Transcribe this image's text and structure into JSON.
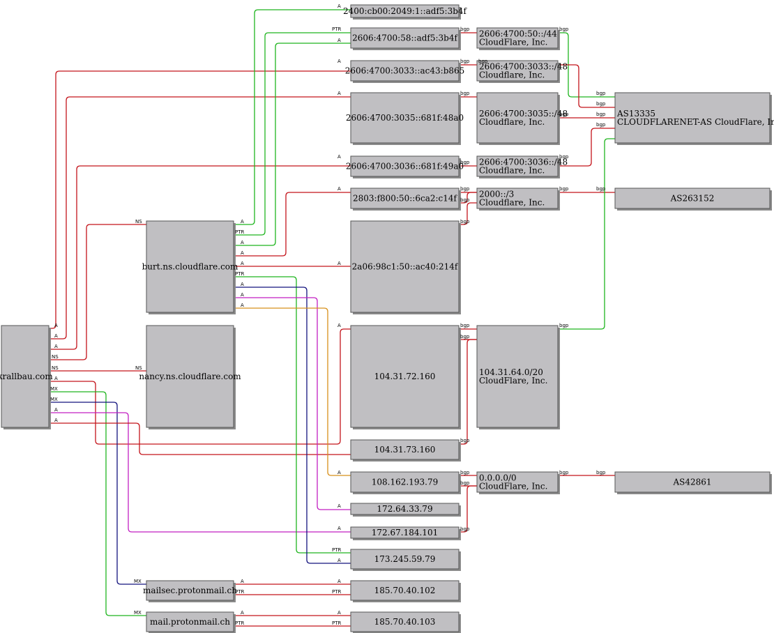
{
  "colors": {
    "red": "#c4141b",
    "green": "#1fb51f",
    "navy": "#13137e",
    "magenta": "#c21fc2",
    "orange": "#d8901a",
    "node_fill": "#c0bfc2"
  },
  "nodes": {
    "krallbau": {
      "lines": [
        "krallbau.com"
      ]
    },
    "burt": {
      "lines": [
        "burt.ns.cloudflare.com"
      ]
    },
    "nancy": {
      "lines": [
        "nancy.ns.cloudflare.com"
      ]
    },
    "mailsec": {
      "lines": [
        "mailsec.protonmail.ch"
      ]
    },
    "mail": {
      "lines": [
        "mail.protonmail.ch"
      ]
    },
    "ip_2400": {
      "lines": [
        "2400:cb00:2049:1::adf5:3b4f"
      ]
    },
    "ip_2606_58": {
      "lines": [
        "2606:4700:58::adf5:3b4f"
      ]
    },
    "ip_2606_3033": {
      "lines": [
        "2606:4700:3033::ac43:b865"
      ]
    },
    "ip_2606_3035": {
      "lines": [
        "2606:4700:3035::681f:48a0"
      ]
    },
    "ip_2606_3036": {
      "lines": [
        "2606:4700:3036::681f:49a0"
      ]
    },
    "ip_2803": {
      "lines": [
        "2803:f800:50::6ca2:c14f"
      ]
    },
    "ip_2a06": {
      "lines": [
        "2a06:98c1:50::ac40:214f"
      ]
    },
    "ip_104_72": {
      "lines": [
        "104.31.72.160"
      ]
    },
    "ip_104_73": {
      "lines": [
        "104.31.73.160"
      ]
    },
    "ip_108": {
      "lines": [
        "108.162.193.79"
      ]
    },
    "ip_172_64": {
      "lines": [
        "172.64.33.79"
      ]
    },
    "ip_172_67": {
      "lines": [
        "172.67.184.101"
      ]
    },
    "ip_173": {
      "lines": [
        "173.245.59.79"
      ]
    },
    "ip_185_102": {
      "lines": [
        "185.70.40.102"
      ]
    },
    "ip_185_103": {
      "lines": [
        "185.70.40.103"
      ]
    },
    "net_2606_50": {
      "lines": [
        "2606:4700:50::/44",
        "CloudFlare, Inc."
      ]
    },
    "net_2606_3033": {
      "lines": [
        "2606:4700:3033::/48",
        "Cloudflare, Inc."
      ]
    },
    "net_2606_3035": {
      "lines": [
        "2606:4700:3035::/48",
        "Cloudflare, Inc."
      ]
    },
    "net_2606_3036": {
      "lines": [
        "2606:4700:3036::/48",
        "Cloudflare, Inc."
      ]
    },
    "net_2000": {
      "lines": [
        "2000::/3",
        "Cloudflare, Inc."
      ]
    },
    "net_104": {
      "lines": [
        "104.31.64.0/20",
        "CloudFlare, Inc."
      ]
    },
    "net_0000": {
      "lines": [
        "0.0.0.0/0",
        "CloudFlare, Inc."
      ]
    },
    "as13335": {
      "lines": [
        "AS13335",
        "CLOUDFLARENET-AS CloudFlare, Inc."
      ]
    },
    "as263152": {
      "lines": [
        "AS263152"
      ]
    },
    "as42861": {
      "lines": [
        "AS42861"
      ]
    }
  },
  "edge_labels": {
    "a": "A",
    "ptr": "PTR",
    "ns": "NS",
    "mx": "MX",
    "bgp": "bgp"
  }
}
